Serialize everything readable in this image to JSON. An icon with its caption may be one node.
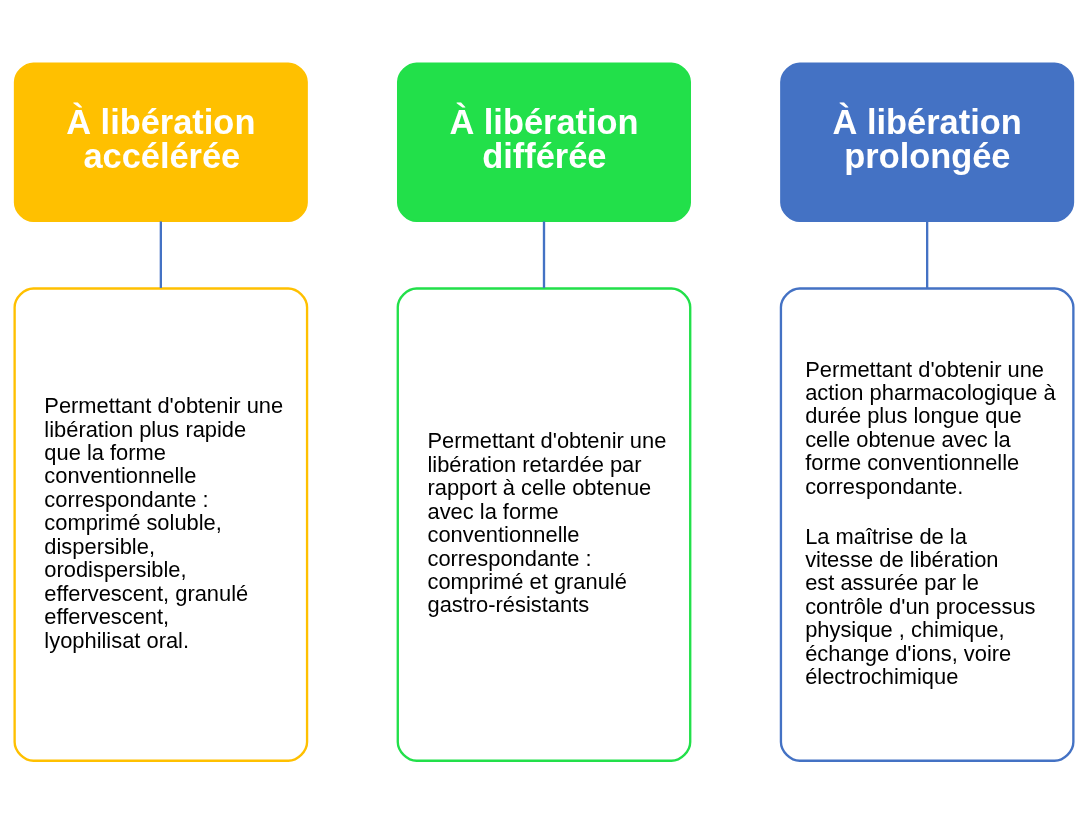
{
  "diagram": {
    "nodes": [
      {
        "text": [
          "À libération accélérée"
        ]
      },
      {
        "text": [
          "Permettant d'obtenir une libération plus rapide que la forme conventionnelle correspondante : comprimé soluble, dispersible, orodispersible, effervescent, granulé effervescent, lyophilisat oral."
        ]
      },
      {
        "text": [
          "À libération différée"
        ]
      },
      {
        "text": [
          "Permettant d'obtenir une libération retardée par rapport à celle obtenue avec la forme conventionnelle correspondante : comprimé et granulé gastro-résistants"
        ]
      },
      {
        "text": [
          "À libération prolongée"
        ]
      },
      {
        "text": [
          "Permettant d'obtenir une action pharmacologique à durée plus longue que celle obtenue avec la forme conventionnelle correspondante.",
          "La maîtrise de la vitesse de libération est assurée par le contrôle d'un processus physique , chimique, échange d'ions, voire électrochimique"
        ]
      }
    ],
    "edges": [
      {
        "from": 0,
        "to": 1,
        "arrow": "none"
      },
      {
        "from": 2,
        "to": 3,
        "arrow": "none"
      },
      {
        "from": 4,
        "to": 5,
        "arrow": "none"
      }
    ]
  }
}
